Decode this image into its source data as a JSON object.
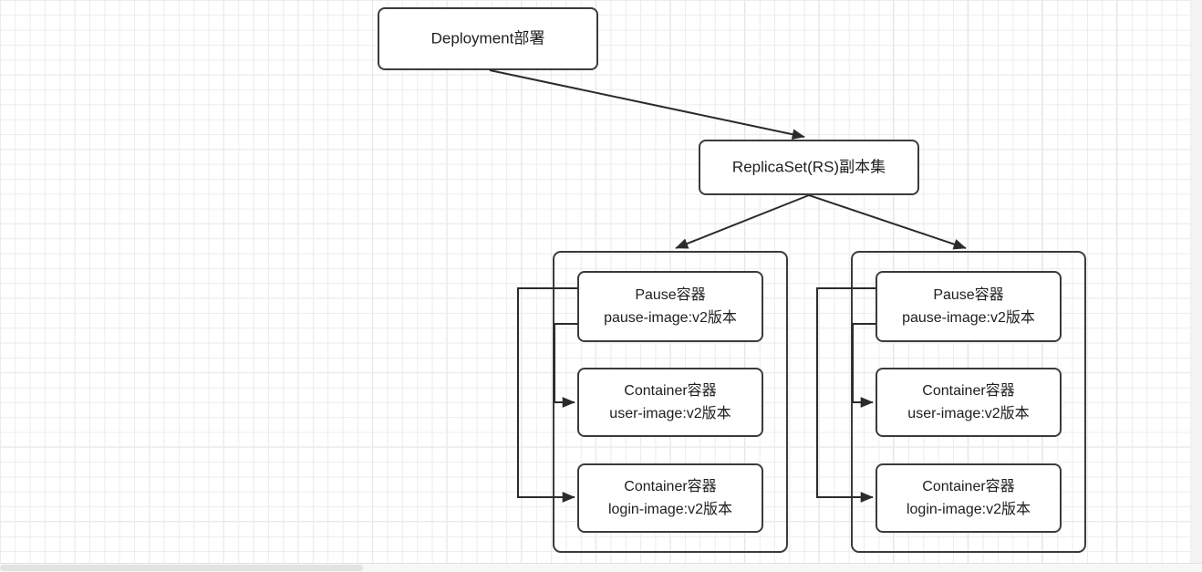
{
  "diagram": {
    "title_node": {
      "label": "Deployment部署"
    },
    "replicaset_node": {
      "label": "ReplicaSet(RS)副本集"
    },
    "pods": [
      {
        "name": "pod-left",
        "containers": [
          {
            "name": "pause",
            "line1": "Pause容器",
            "line2": "pause-image:v2版本"
          },
          {
            "name": "user",
            "line1": "Container容器",
            "line2": "user-image:v2版本"
          },
          {
            "name": "login",
            "line1": "Container容器",
            "line2": "login-image:v2版本"
          }
        ]
      },
      {
        "name": "pod-right",
        "containers": [
          {
            "name": "pause",
            "line1": "Pause容器",
            "line2": "pause-image:v2版本"
          },
          {
            "name": "user",
            "line1": "Container容器",
            "line2": "user-image:v2版本"
          },
          {
            "name": "login",
            "line1": "Container容器",
            "line2": "login-image:v2版本"
          }
        ]
      }
    ],
    "colors": {
      "stroke": "#3b3b3b",
      "edge": "#2b2b2b",
      "text": "#1e1e1e",
      "node_fill": "#ffffff",
      "grid_minor": "#ececec",
      "grid_major": "#dedede",
      "canvas": "#ffffff"
    }
  }
}
